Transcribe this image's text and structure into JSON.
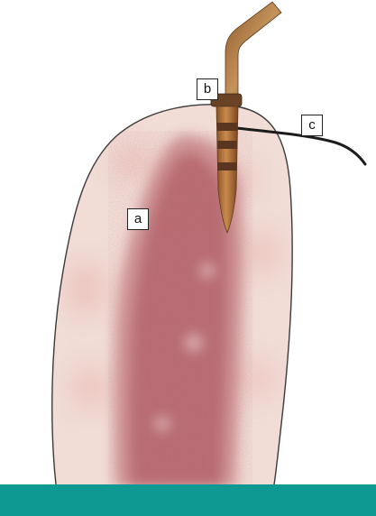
{
  "labels": {
    "a": "a",
    "b": "b",
    "c": "c"
  },
  "colors": {
    "tissue": "#f1dcd6",
    "tissue_outline": "#3a3a3a",
    "lesion": "#b35a62",
    "probe": "#b7743a",
    "probe_band": "#5a3620",
    "cable": "#1c1c1c",
    "floor": "#0e9a92"
  },
  "icons": {
    "specimen": "tissue-specimen-icon",
    "probe": "probe-needle-icon",
    "cable": "sensor-cable-icon"
  }
}
